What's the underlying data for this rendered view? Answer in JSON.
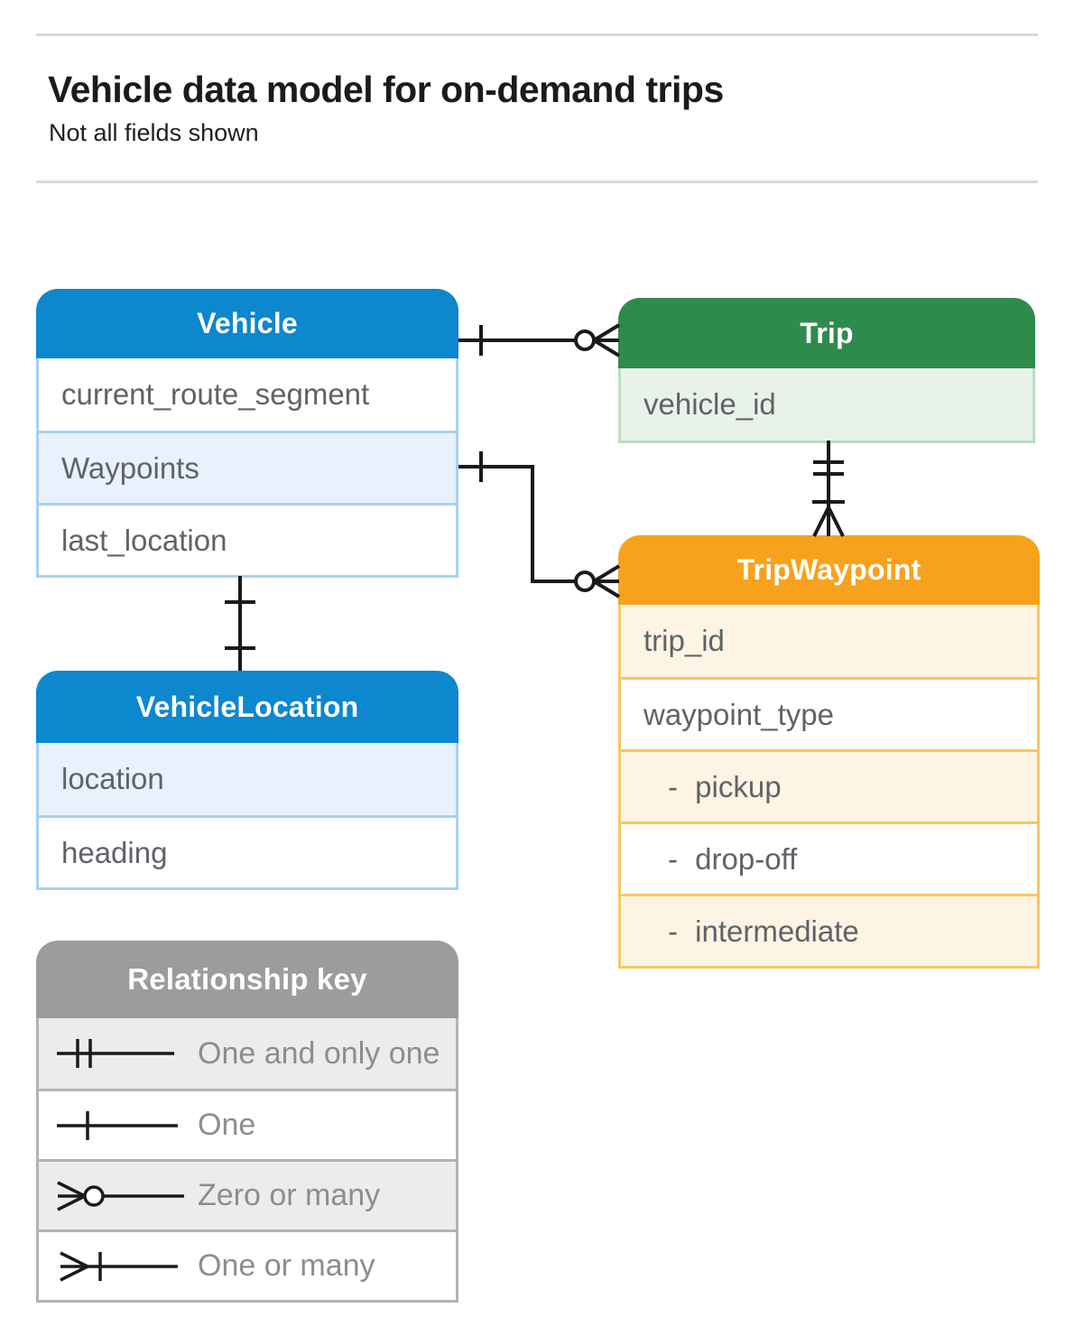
{
  "header": {
    "title": "Vehicle data model for on-demand trips",
    "subtitle": "Not all fields shown"
  },
  "entities": {
    "vehicle": {
      "title": "Vehicle",
      "fields": [
        {
          "label": "current_route_segment"
        },
        {
          "label": "Waypoints"
        },
        {
          "label": "last_location"
        }
      ]
    },
    "trip": {
      "title": "Trip",
      "fields": [
        {
          "label": "vehicle_id"
        }
      ]
    },
    "trip_waypoint": {
      "title": "TripWaypoint",
      "fields": [
        {
          "label": "trip_id"
        },
        {
          "label": "waypoint_type"
        },
        {
          "label": "- pickup"
        },
        {
          "label": "- drop-off"
        },
        {
          "label": "- intermediate"
        }
      ]
    },
    "vehicle_location": {
      "title": "VehicleLocation",
      "fields": [
        {
          "label": "location"
        },
        {
          "label": "heading"
        }
      ]
    }
  },
  "legend": {
    "title": "Relationship key",
    "items": [
      {
        "icon": "one-and-only-one-icon",
        "label": "One and only one"
      },
      {
        "icon": "one-icon",
        "label": "One"
      },
      {
        "icon": "zero-or-many-icon",
        "label": "Zero or many"
      },
      {
        "icon": "one-or-many-icon",
        "label": "One or many"
      }
    ]
  },
  "relationships": [
    {
      "from": "Vehicle",
      "to": "Trip",
      "from_cardinality": "one",
      "to_cardinality": "zero or many"
    },
    {
      "from": "Vehicle.Waypoints",
      "to": "TripWaypoint",
      "from_cardinality": "one",
      "to_cardinality": "zero or many"
    },
    {
      "from": "Trip",
      "to": "TripWaypoint",
      "from_cardinality": "one and only one",
      "to_cardinality": "one or many"
    },
    {
      "from": "Vehicle",
      "to": "VehicleLocation",
      "from_cardinality": "one",
      "to_cardinality": "one"
    }
  ],
  "colors": {
    "blue_header": "#0d87ce",
    "blue_row": "#e8f1fc",
    "blue_border": "#a7d1f1",
    "green_header": "#2f8b4b",
    "green_row": "#e8f2e9",
    "green_border": "#bcdcc4",
    "orange_header": "#f7a21c",
    "orange_row": "#fdf4e3",
    "orange_border": "#f9c661",
    "gray_header": "#9c9c9c",
    "gray_row": "#ececec",
    "field_text": "#5f6368",
    "connector_line": "#1a1a1a"
  }
}
